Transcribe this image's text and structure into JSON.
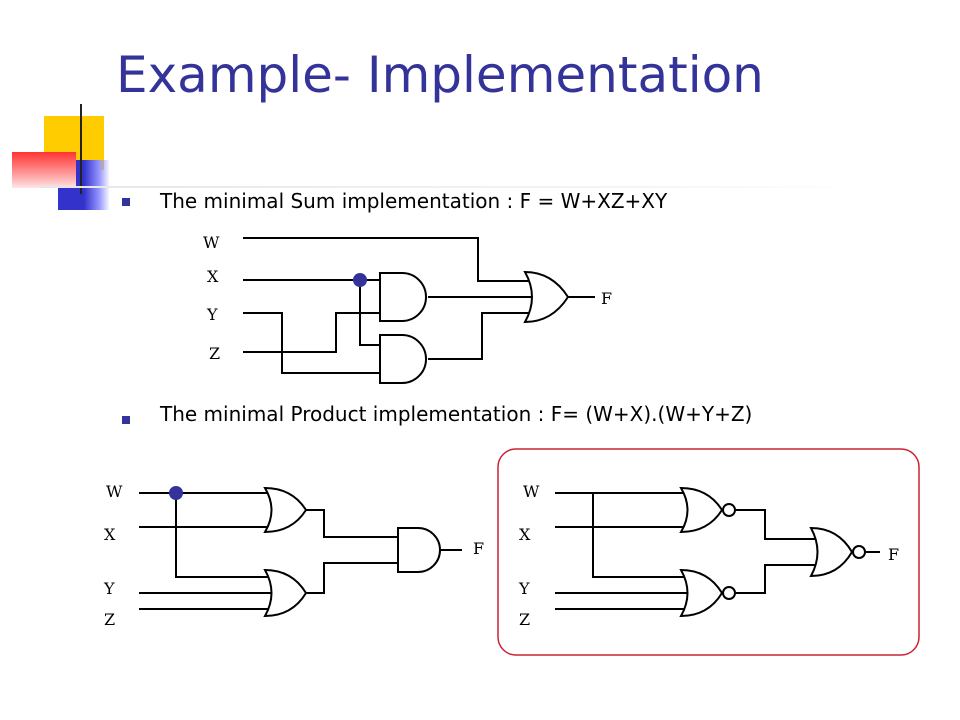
{
  "slide": {
    "title": "Example- Implementation",
    "bullets": [
      "The minimal Sum implementation : F = W+XZ+XY",
      "The minimal Product implementation : F= (W+X).(W+Y+Z)"
    ]
  },
  "circuits": {
    "sop": {
      "inputs": [
        "W",
        "X",
        "Y",
        "Z"
      ],
      "output": "F"
    },
    "pos_and": {
      "inputs": [
        "W",
        "X",
        "Y",
        "Z"
      ],
      "output": "F"
    },
    "pos_nor": {
      "inputs": [
        "W",
        "X",
        "Y",
        "Z"
      ],
      "output": "F"
    }
  },
  "colors": {
    "title": "#333399",
    "bullet": "#333399",
    "junction": "#333399",
    "highlight_border": "#cc2233",
    "deco_yellow": "#ffcc00",
    "deco_blue": "#3333cc",
    "deco_red": "#ff3333"
  }
}
